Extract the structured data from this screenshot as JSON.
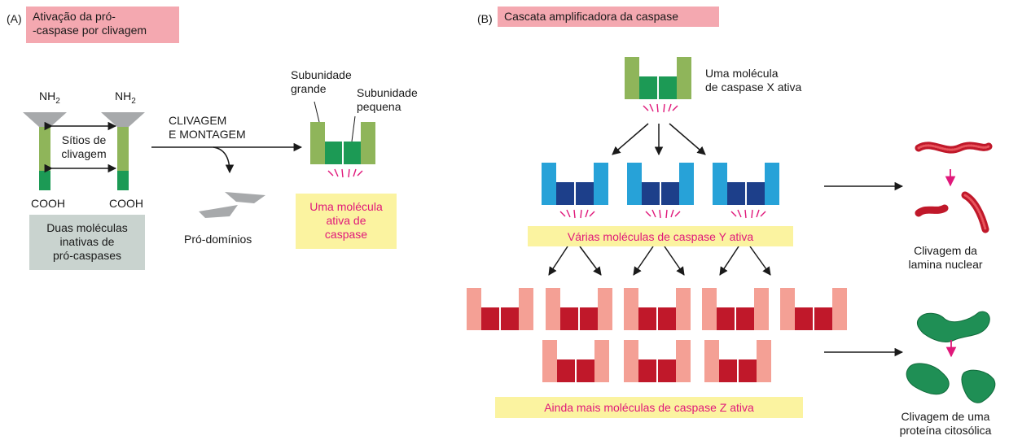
{
  "panel_a": {
    "letter": "(A)",
    "title": "Ativação da pró-\n-caspase por clivagem",
    "nh2": "NH",
    "sub2": "2",
    "cooh": "COOH",
    "cleavage_sites": "Sítios de\nclivagem",
    "inactive_label": "Duas moléculas\ninativas de\npró-caspases",
    "step_label": "CLIVAGEM\nE MONTAGEM",
    "prodomains": "Pró-domínios",
    "large_subunit": "Subunidade\ngrande",
    "small_subunit": "Subunidade\npequena",
    "active_label": "Uma molécula\nativa de\ncaspase"
  },
  "panel_b": {
    "letter": "(B)",
    "title": "Cascata amplificadora da caspase",
    "caspase_x": "Uma molécula\nde caspase X ativa",
    "caspase_y": "Várias moléculas de caspase Y ativa",
    "caspase_z": "Ainda mais moléculas de caspase Z ativa",
    "lamina": "Clivagem da\nlamina nuclear",
    "cytosolic": "Clivagem de uma\nproteína citosólica"
  },
  "colors": {
    "green_light": "#8fb55a",
    "green_dark": "#1c9a55",
    "blue_light": "#27a2d8",
    "blue_dark": "#1d3f8a",
    "salmon": "#f4a095",
    "red_dark": "#c0182a",
    "magenta": "#e0187a",
    "label_pink": "#f4a8b0",
    "label_yellow": "#fbf3a0",
    "label_gray": "#c9d3cf"
  }
}
